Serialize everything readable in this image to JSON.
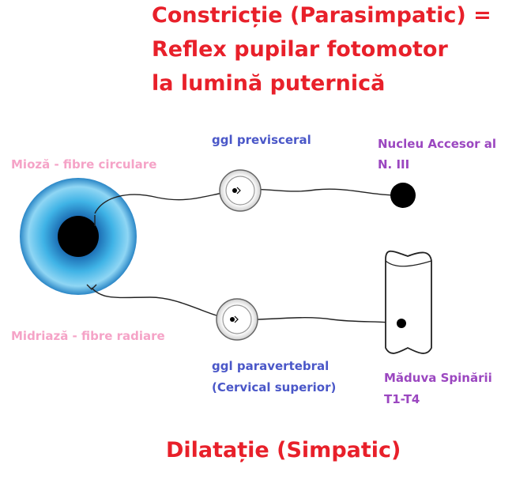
{
  "title": {
    "line1": "Constricție (Parasimpatic) =",
    "line2": "Reflex pupilar fotomotor",
    "line3": "la lumină puternică"
  },
  "labels": {
    "mioza": "Mioză - fibre circulare",
    "midriaza": "Midriază - fibre radiare",
    "ggl_previsceral": "ggl previsceral",
    "ggl_paravertebral_1": "ggl paravertebral",
    "ggl_paravertebral_2": "(Cervical superior)",
    "nucleu_1": "Nucleu Accesor al",
    "nucleu_2": "N. III",
    "maduva_1": "Măduva Spinării",
    "maduva_2": "T1-T4"
  },
  "bottom_title": "Dilatație (Simpatic)",
  "colors": {
    "title_red": "#e8202a",
    "pink": "#f5a3c7",
    "blue": "#4a57c8",
    "purple": "#9b47c0",
    "iris": "#3fb3e6"
  }
}
